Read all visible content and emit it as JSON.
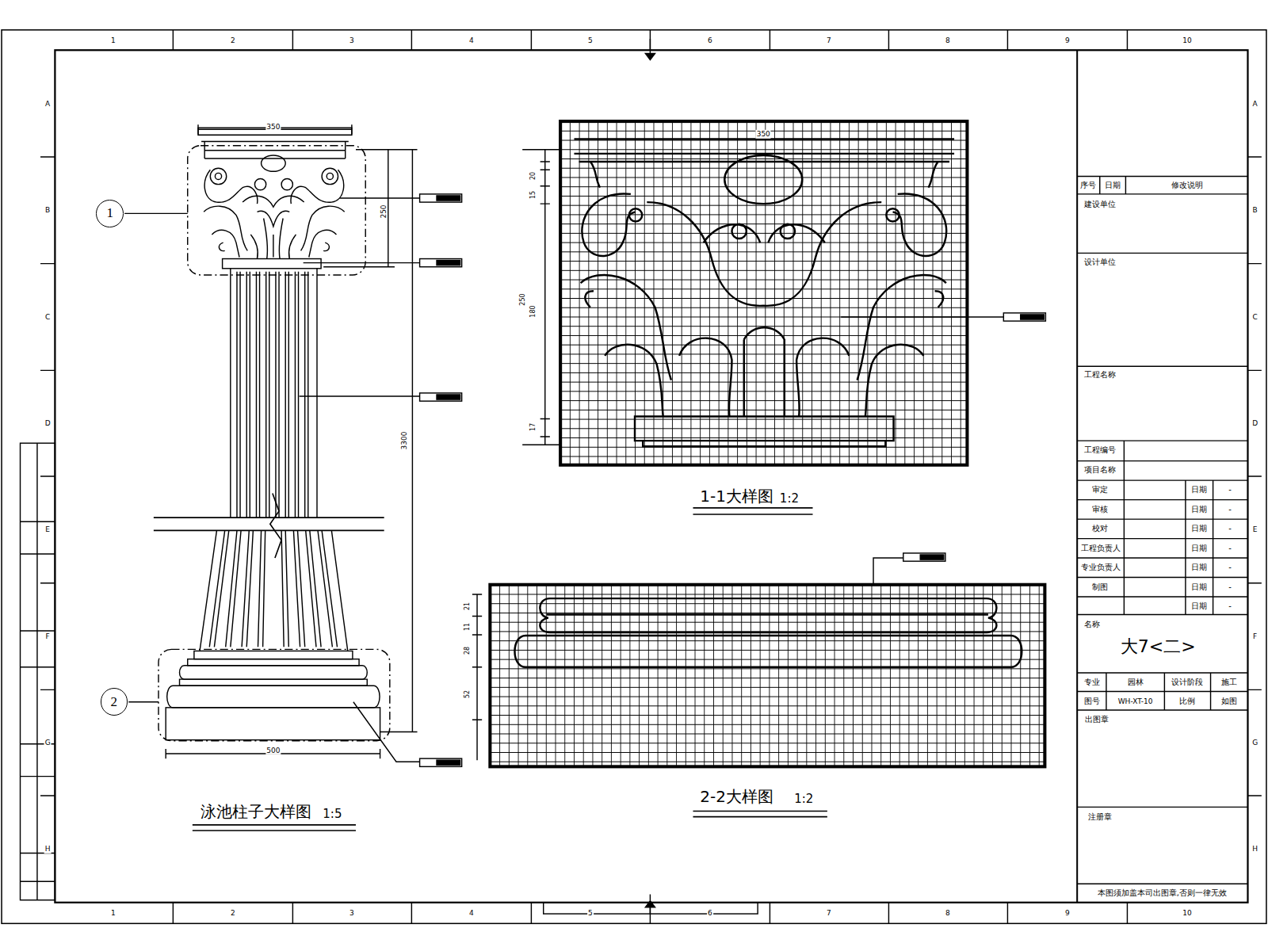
{
  "diagram": {
    "nodes": [
      {
        "text": [
          "1"
        ]
      },
      {
        "text": [
          "2"
        ]
      }
    ],
    "labels": [
      "泳池柱子大样图",
      "1:5",
      "1-1大样图",
      "1:2",
      "2-2大样图",
      "1:2",
      "350",
      "250",
      "3300",
      "500",
      "350",
      "20",
      "15",
      "250",
      "180",
      "17",
      "21",
      "11",
      "28",
      "52",
      "序号",
      "日期",
      "修改说明",
      "建设单位",
      "设计单位",
      "工程名称",
      "工程编号",
      "项目名称",
      "审定",
      "审核",
      "校对",
      "工程负责人",
      "专业负责人",
      "制图",
      "日期",
      "日期",
      "日期",
      "日期",
      "日期",
      "日期",
      "日期",
      "-",
      "-",
      "-",
      "-",
      "-",
      "-",
      "-",
      "名称",
      "大7<二>",
      "专业",
      "园林",
      "设计阶段",
      "施工",
      "图号",
      "WH-XT-10",
      "比例",
      "如图",
      "出图章",
      "注册章",
      "本图须加盖本司出图章,否则一律无效",
      "1",
      "2",
      "3",
      "4",
      "5",
      "6",
      "7",
      "8",
      "9",
      "10",
      "1",
      "2",
      "3",
      "4",
      "5",
      "6",
      "7",
      "8",
      "9",
      "10",
      "A",
      "B",
      "C",
      "D",
      "E",
      "F",
      "G",
      "H",
      "A",
      "B",
      "C",
      "D",
      "E",
      "F",
      "G",
      "H"
    ]
  }
}
